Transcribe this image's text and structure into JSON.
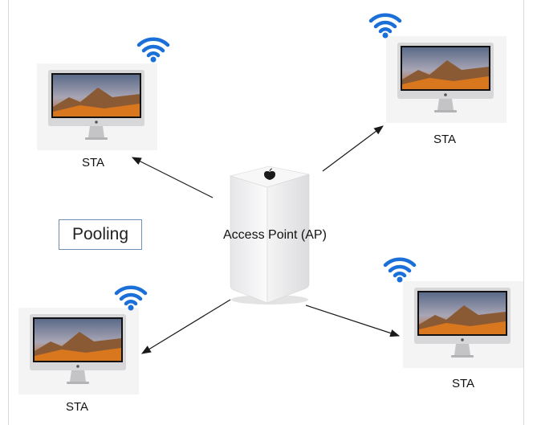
{
  "diagram": {
    "pool_label": "Pooling",
    "ap_label": "Access Point (AP)",
    "stations": [
      {
        "id": "sta-top-left",
        "label": "STA"
      },
      {
        "id": "sta-top-right",
        "label": "STA"
      },
      {
        "id": "sta-bottom-left",
        "label": "STA"
      },
      {
        "id": "sta-bottom-right",
        "label": "STA"
      }
    ],
    "icons": [
      "wifi-icon",
      "imac-icon",
      "access-point-icon"
    ],
    "colors": {
      "wifi": "#1b6fd8",
      "arrow": "#1a1a1a",
      "pool_border": "#6f8fb4"
    }
  }
}
